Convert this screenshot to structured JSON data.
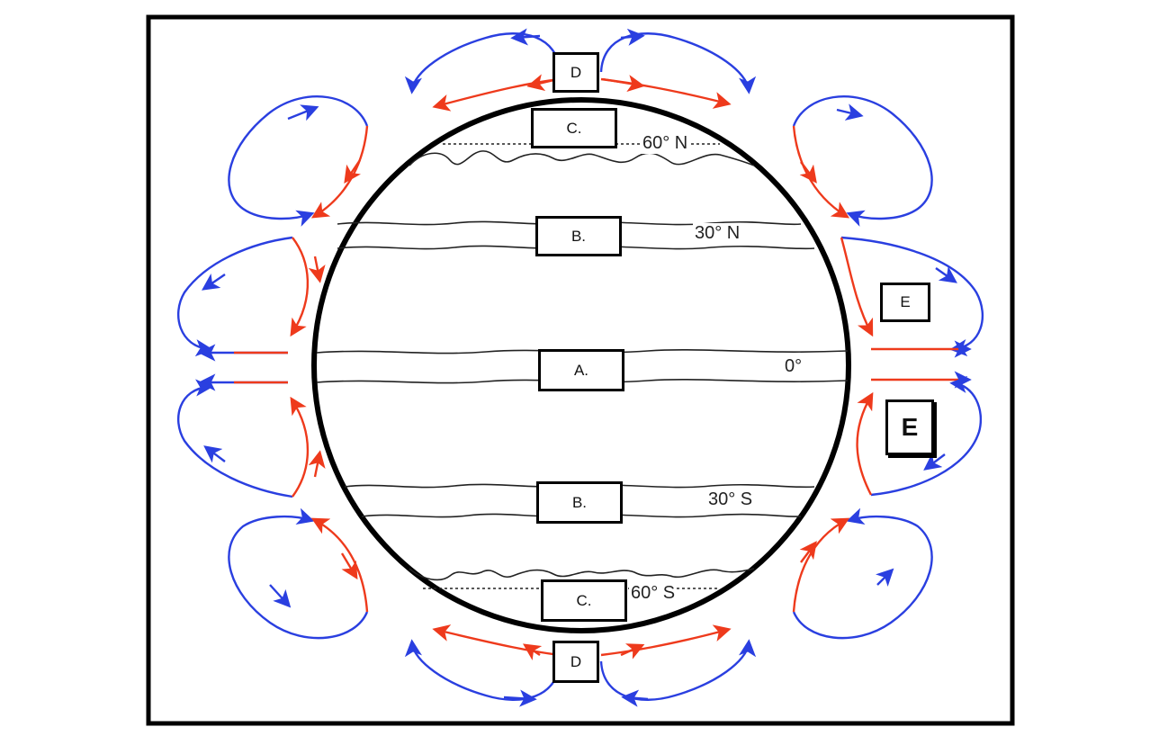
{
  "colors": {
    "frame": "#000000",
    "cell_cold": "#2a3fe0",
    "cell_warm": "#ee3a1c",
    "globe": "#000000"
  },
  "labels": {
    "d_top": "D",
    "c_top": "C.",
    "b_top": "B.",
    "a": "A.",
    "b_bottom": "B.",
    "c_bottom": "C.",
    "d_bottom": "D",
    "e_small": "E",
    "e_big": "E"
  },
  "latitudes": {
    "n60": "60° N",
    "n30": "30° N",
    "eq": "0°",
    "s30": "30° S",
    "s60": "60° S"
  }
}
